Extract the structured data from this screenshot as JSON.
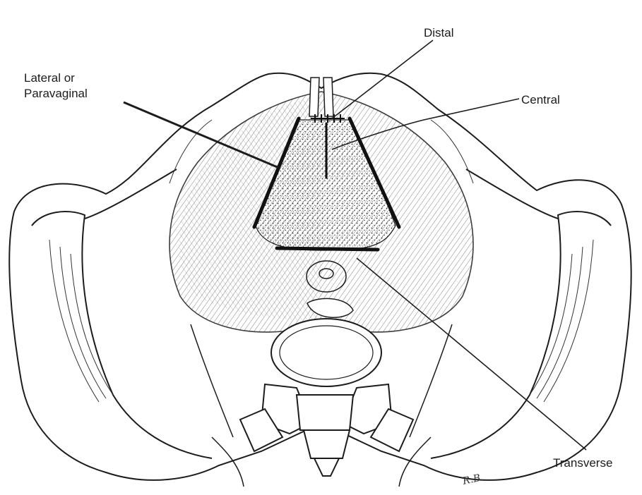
{
  "labels": {
    "distal": "Distal",
    "lateral_line1": "Lateral or",
    "lateral_line2": "Paravaginal",
    "central": "Central",
    "transverse": "Transverse"
  },
  "colors": {
    "ink": "#1c1c1c",
    "background": "#ffffff"
  }
}
